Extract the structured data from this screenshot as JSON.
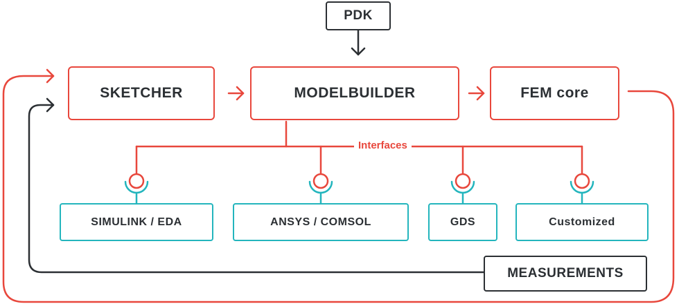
{
  "colors": {
    "accent": "#e8473c",
    "dark": "#2b2f33",
    "teal": "#23b5bd"
  },
  "pdk": "PDK",
  "pipeline": {
    "sketcher": "SKETCHER",
    "modelbuilder": "MODELBUILDER",
    "fem": "FEM core"
  },
  "interfaces_label": "Interfaces",
  "interfaces": [
    "SIMULINK / EDA",
    "ANSYS / COMSOL",
    "GDS",
    "Customized"
  ],
  "measurements": "MEASUREMENTS"
}
